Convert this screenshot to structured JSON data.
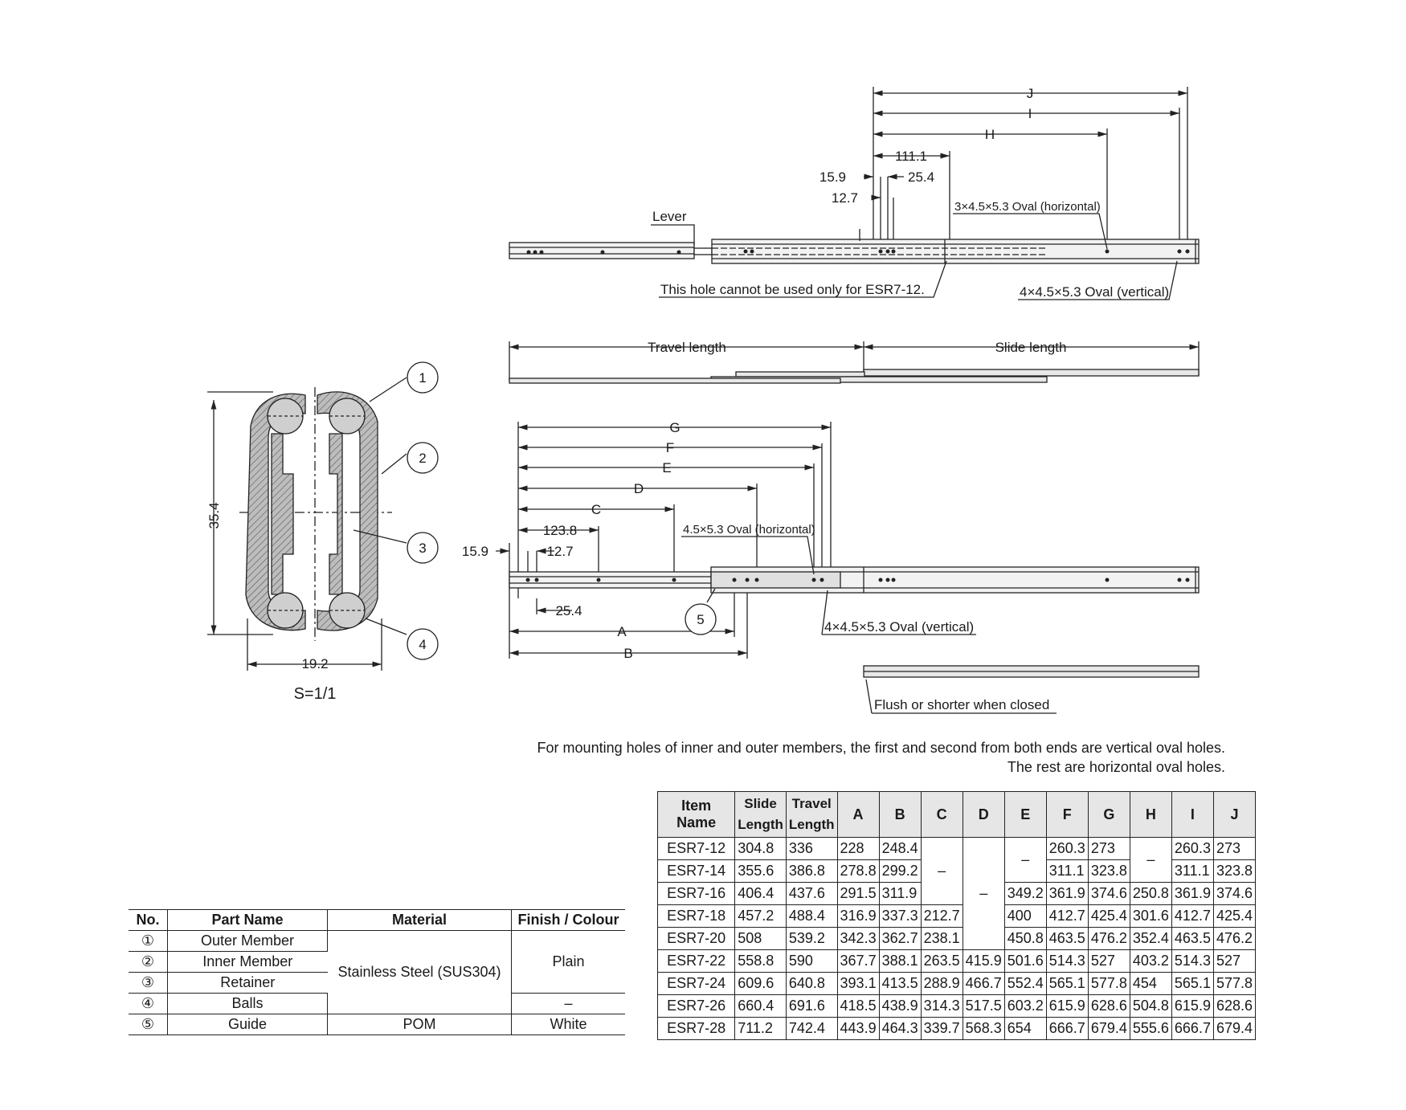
{
  "drawing_labels": {
    "J": "J",
    "I": "I",
    "H": "H",
    "dim_111_1": "111.1",
    "dim_15_9_top": "15.9",
    "dim_25_4_top": "25.4",
    "dim_12_7_top": "12.7",
    "lever": "Lever",
    "oval_h_top": "3×4.5×5.3 Oval (horizontal)",
    "hole_note": "This hole cannot be used only for ESR7-12.",
    "oval_v_top": "4×4.5×5.3 Oval (vertical)",
    "travel_length": "Travel length",
    "slide_length": "Slide length",
    "G": "G",
    "F": "F",
    "E": "E",
    "D": "D",
    "C": "C",
    "dim_123_8": "123.8",
    "dim_15_9_bot": "15.9",
    "dim_12_7_bot": "12.7",
    "dim_25_4_bot": "25.4",
    "oval_h_bot": "4.5×5.3 Oval (horizontal)",
    "oval_v_bot": "4×4.5×5.3 Oval (vertical)",
    "A": "A",
    "B": "B",
    "flush": "Flush or shorter when closed",
    "dim_35_4": "35.4",
    "dim_19_2": "19.2",
    "scale": "S=1/1",
    "callout_1": "1",
    "callout_2": "2",
    "callout_3": "3",
    "callout_4": "4",
    "callout_5": "5"
  },
  "notes": {
    "line1": "For mounting holes of inner and outer members, the first and second from both ends are vertical oval holes.",
    "line2": "The rest are horizontal oval holes."
  },
  "parts_table": {
    "headers": [
      "No.",
      "Part Name",
      "Material",
      "Finish / Colour"
    ],
    "rows": [
      {
        "no": "①",
        "name": "Outer Member"
      },
      {
        "no": "②",
        "name": "Inner Member"
      },
      {
        "no": "③",
        "name": "Retainer"
      },
      {
        "no": "④",
        "name": "Balls"
      },
      {
        "no": "⑤",
        "name": "Guide"
      }
    ],
    "material_main": "Stainless Steel (SUS304)",
    "material_guide": "POM",
    "finish_plain": "Plain",
    "finish_balls": "–",
    "finish_guide": "White"
  },
  "spec_table": {
    "headers": {
      "item": "Item Name",
      "slide1": "Slide",
      "slide2": "Length",
      "travel1": "Travel",
      "travel2": "Length",
      "A": "A",
      "B": "B",
      "C": "C",
      "D": "D",
      "E": "E",
      "F": "F",
      "G": "G",
      "H": "H",
      "I": "I",
      "J": "J"
    },
    "dash": "–",
    "rows": [
      {
        "item": "ESR7-12",
        "slide": "304.8",
        "travel": "336",
        "A": "228",
        "B": "248.4",
        "C": "",
        "D": "",
        "E": "",
        "F": "260.3",
        "G": "273",
        "H": "",
        "I": "260.3",
        "J": "273"
      },
      {
        "item": "ESR7-14",
        "slide": "355.6",
        "travel": "386.8",
        "A": "278.8",
        "B": "299.2",
        "C": "",
        "D": "",
        "E": "",
        "F": "311.1",
        "G": "323.8",
        "H": "",
        "I": "311.1",
        "J": "323.8"
      },
      {
        "item": "ESR7-16",
        "slide": "406.4",
        "travel": "437.6",
        "A": "291.5",
        "B": "311.9",
        "C": "",
        "D": "",
        "E": "349.2",
        "F": "361.9",
        "G": "374.6",
        "H": "250.8",
        "I": "361.9",
        "J": "374.6"
      },
      {
        "item": "ESR7-18",
        "slide": "457.2",
        "travel": "488.4",
        "A": "316.9",
        "B": "337.3",
        "C": "212.7",
        "D": "",
        "E": "400",
        "F": "412.7",
        "G": "425.4",
        "H": "301.6",
        "I": "412.7",
        "J": "425.4"
      },
      {
        "item": "ESR7-20",
        "slide": "508",
        "travel": "539.2",
        "A": "342.3",
        "B": "362.7",
        "C": "238.1",
        "D": "",
        "E": "450.8",
        "F": "463.5",
        "G": "476.2",
        "H": "352.4",
        "I": "463.5",
        "J": "476.2"
      },
      {
        "item": "ESR7-22",
        "slide": "558.8",
        "travel": "590",
        "A": "367.7",
        "B": "388.1",
        "C": "263.5",
        "D": "415.9",
        "E": "501.6",
        "F": "514.3",
        "G": "527",
        "H": "403.2",
        "I": "514.3",
        "J": "527"
      },
      {
        "item": "ESR7-24",
        "slide": "609.6",
        "travel": "640.8",
        "A": "393.1",
        "B": "413.5",
        "C": "288.9",
        "D": "466.7",
        "E": "552.4",
        "F": "565.1",
        "G": "577.8",
        "H": "454",
        "I": "565.1",
        "J": "577.8"
      },
      {
        "item": "ESR7-26",
        "slide": "660.4",
        "travel": "691.6",
        "A": "418.5",
        "B": "438.9",
        "C": "314.3",
        "D": "517.5",
        "E": "603.2",
        "F": "615.9",
        "G": "628.6",
        "H": "504.8",
        "I": "615.9",
        "J": "628.6"
      },
      {
        "item": "ESR7-28",
        "slide": "711.2",
        "travel": "742.4",
        "A": "443.9",
        "B": "464.3",
        "C": "339.7",
        "D": "568.3",
        "E": "654",
        "F": "666.7",
        "G": "679.4",
        "H": "555.6",
        "I": "666.7",
        "J": "679.4"
      }
    ]
  }
}
